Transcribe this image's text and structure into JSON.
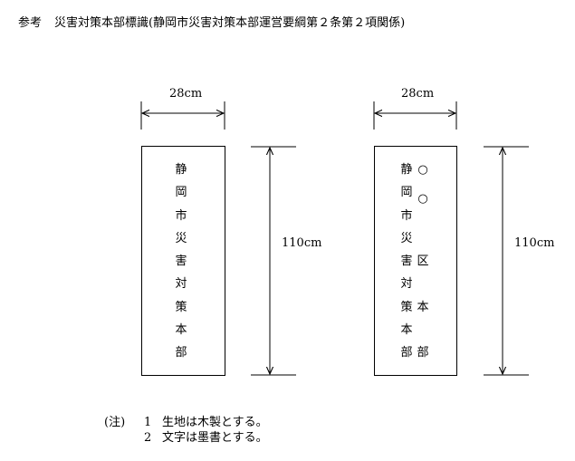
{
  "header": {
    "prefix": "参考",
    "title": "災害対策本部標識(静岡市災害対策本部運営要綱第２条第２項関係)"
  },
  "signs": [
    {
      "width_label": "28cm",
      "height_label": "110cm",
      "columns": [
        [
          "静",
          "岡",
          "市",
          "災",
          "害",
          "対",
          "策",
          "本",
          "部"
        ]
      ]
    },
    {
      "width_label": "28cm",
      "height_label": "110cm",
      "columns": [
        [
          "静",
          "岡",
          "市",
          "災",
          "害",
          "対",
          "策",
          "本",
          "部"
        ],
        [
          "○",
          "○",
          "区",
          "本",
          "部"
        ]
      ]
    }
  ],
  "notes": {
    "label": "(注)",
    "items": [
      {
        "num": "1",
        "text": "生地は木製とする。"
      },
      {
        "num": "2",
        "text": "文字は墨書とする。"
      }
    ]
  }
}
